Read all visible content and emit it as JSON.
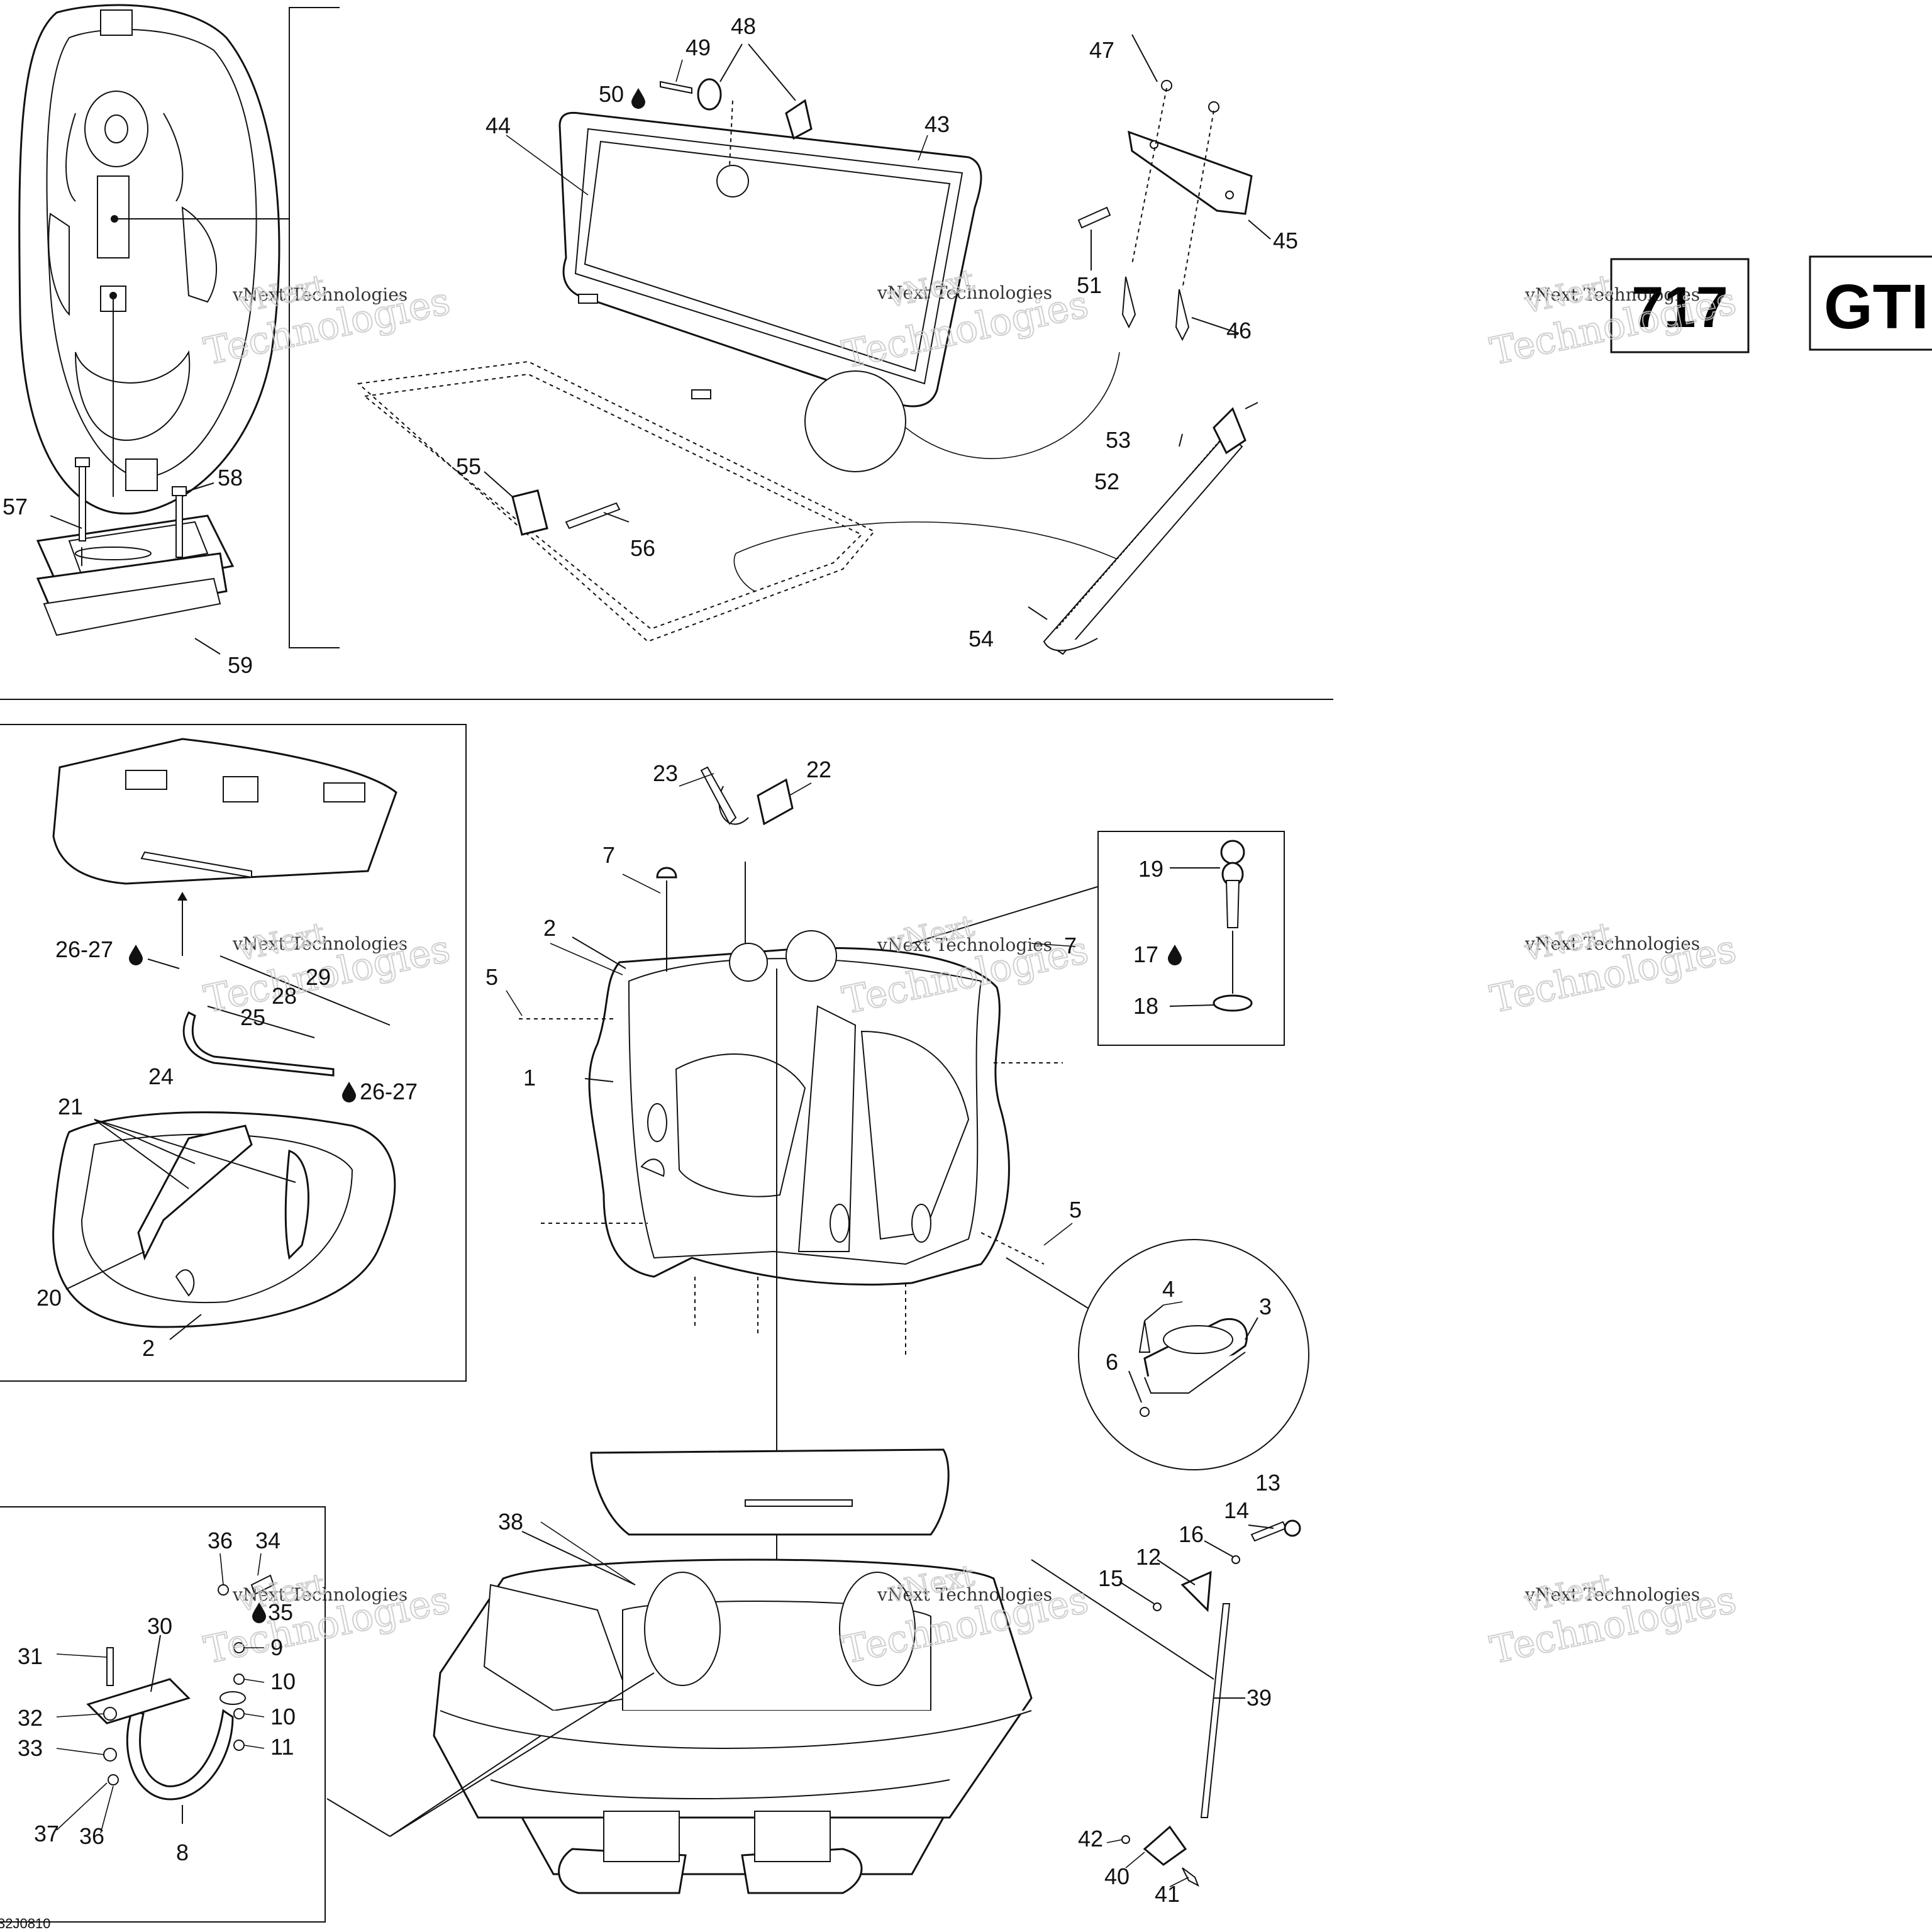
{
  "header": {
    "engine_box": "717",
    "model_box": "GTI"
  },
  "watermark": {
    "line1": "vNext Technologies",
    "big1": "vNext",
    "big2": "Technologies"
  },
  "footer": {
    "figure_code": "32J0810"
  },
  "callouts": {
    "c1": "1",
    "c2a": "2",
    "c2b": "2",
    "c3": "3",
    "c4": "4",
    "c5a": "5",
    "c5b": "5",
    "c6": "6",
    "c7a": "7",
    "c7b": "7",
    "c8": "8",
    "c9": "9",
    "c10a": "10",
    "c10b": "10",
    "c11": "11",
    "c12": "12",
    "c13": "13",
    "c14": "14",
    "c15": "15",
    "c16": "16",
    "c17": "17",
    "c18": "18",
    "c19": "19",
    "c20": "20",
    "c21": "21",
    "c22": "22",
    "c23": "23",
    "c24": "24",
    "c25": "25",
    "c26a": "26-27",
    "c26b": "26-27",
    "c28": "28",
    "c29": "29",
    "c30": "30",
    "c31": "31",
    "c32": "32",
    "c33": "33",
    "c34": "34",
    "c35": "35",
    "c36a": "36",
    "c36b": "36",
    "c37": "37",
    "c38": "38",
    "c39": "39",
    "c40": "40",
    "c41": "41",
    "c42": "42",
    "c43": "43",
    "c44": "44",
    "c45": "45",
    "c46": "46",
    "c47": "47",
    "c48": "48",
    "c49": "49",
    "c50": "50",
    "c51": "51",
    "c52": "52",
    "c53": "53",
    "c54": "54",
    "c55": "55",
    "c56": "56",
    "c57": "57",
    "c58": "58",
    "c59": "59"
  }
}
